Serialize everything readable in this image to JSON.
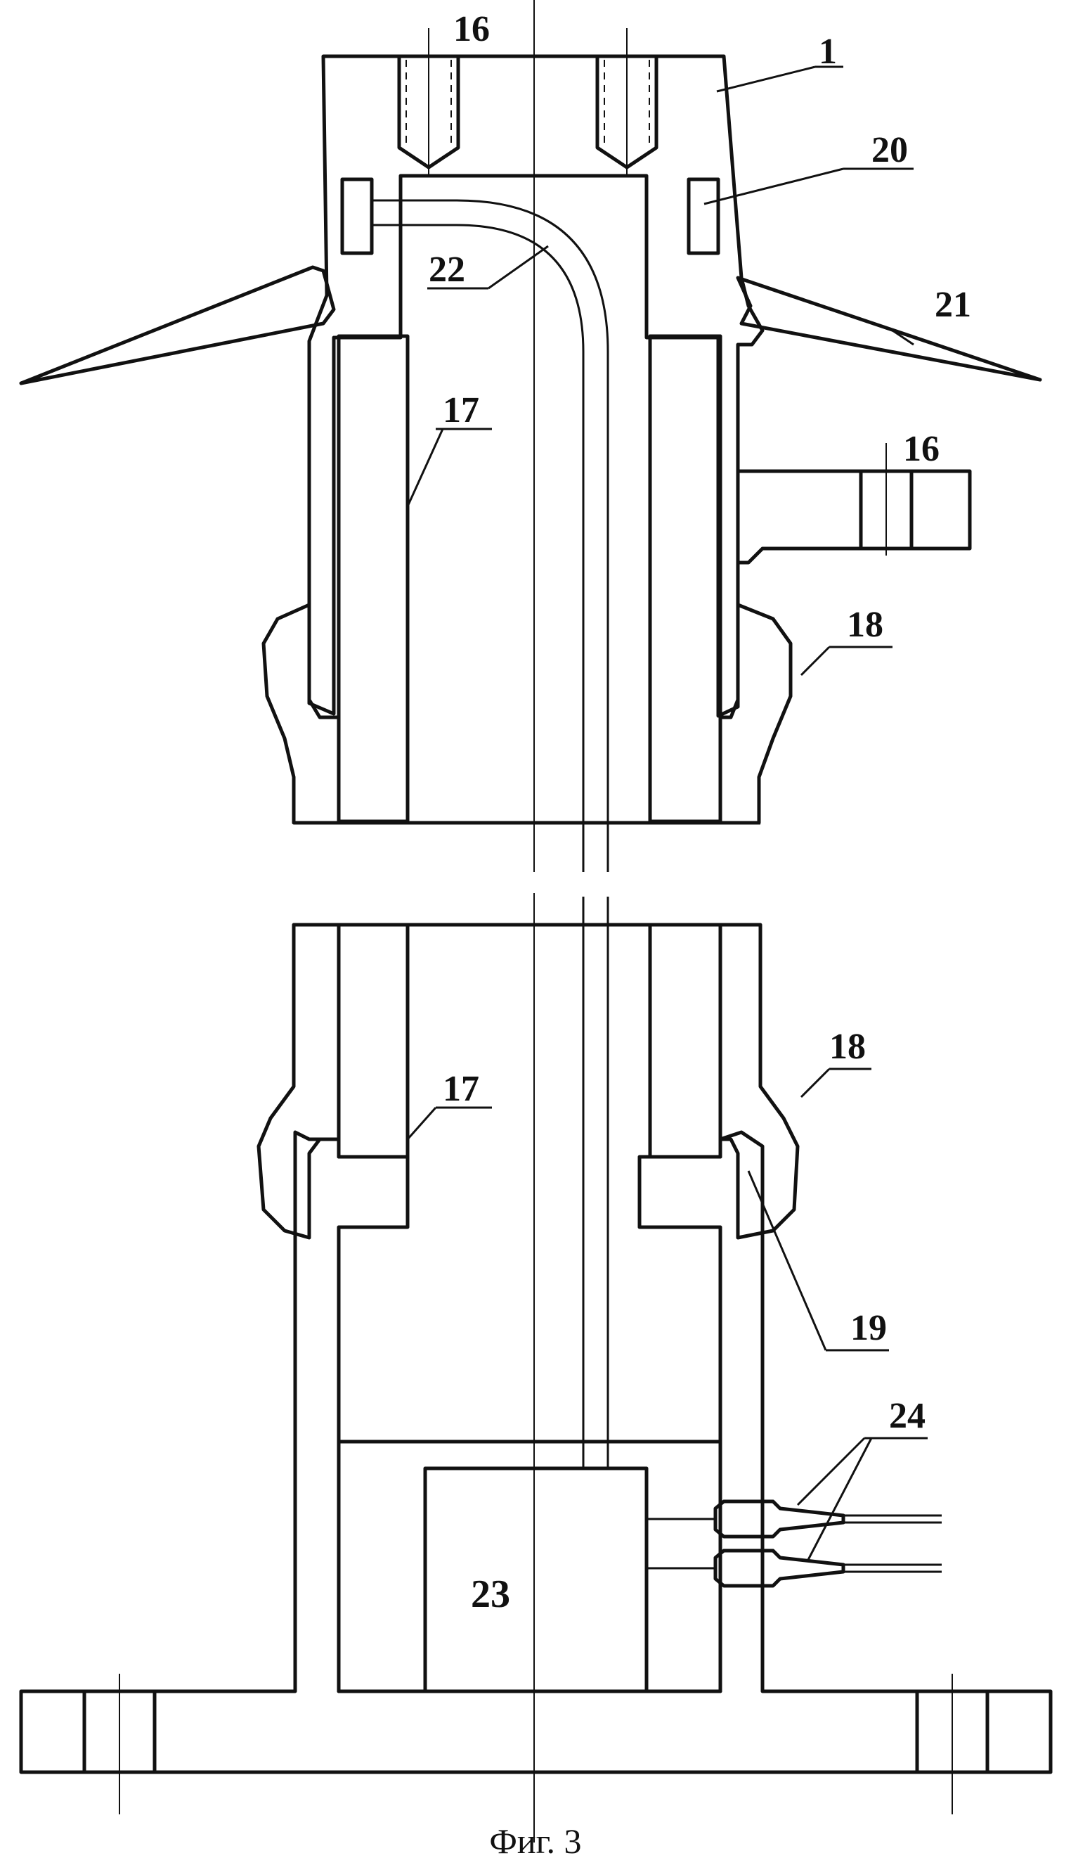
{
  "labels": {
    "l16_top": "16",
    "l1": "1",
    "l20": "20",
    "l22": "22",
    "l21": "21",
    "l17_upper": "17",
    "l16_side": "16",
    "l18_upper": "18",
    "l18_lower": "18",
    "l17_lower": "17",
    "l19": "19",
    "l24": "24",
    "l23": "23"
  },
  "caption": "Фиг. 3"
}
